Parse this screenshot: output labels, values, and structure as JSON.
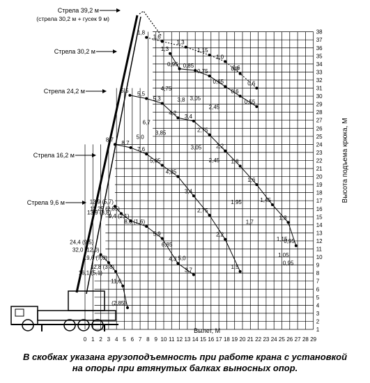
{
  "axes": {
    "x_label": "Вылет, М",
    "y_label": "Высота подъема крюка, М",
    "x_ticks": [
      "0",
      "1",
      "2",
      "3",
      "4",
      "5",
      "6",
      "7",
      "8",
      "9",
      "10",
      "11",
      "12",
      "13",
      "14",
      "15",
      "16",
      "17",
      "18",
      "19",
      "20",
      "21",
      "22",
      "23",
      "24",
      "25",
      "26",
      "27",
      "28",
      "29"
    ],
    "y_ticks": [
      "1",
      "2",
      "3",
      "4",
      "5",
      "6",
      "7",
      "8",
      "9",
      "10",
      "11",
      "12",
      "13",
      "14",
      "15",
      "16",
      "17",
      "18",
      "19",
      "20",
      "21",
      "22",
      "23",
      "24",
      "25",
      "26",
      "27",
      "28",
      "29",
      "30",
      "31",
      "32",
      "33",
      "34",
      "35",
      "36",
      "37",
      "38"
    ]
  },
  "booms": [
    {
      "label": "Стрела 39,2 м",
      "sublabel": "(стрела 30,2 м + гусек 9 м)"
    },
    {
      "label": "Стрела 30,2 м"
    },
    {
      "label": "Стрела 24,2 м"
    },
    {
      "label": "Стрела 16,2 м"
    },
    {
      "label": "Стрела 9,6 м"
    }
  ],
  "caption": {
    "line1": "В скобках указана грузоподъемность при работе крана с установкой",
    "line2": "на опоры при втянутых балках выносных опор."
  },
  "chart_data": {
    "type": "line",
    "x_unit": "М",
    "y_unit": "М",
    "xlim": [
      0,
      29
    ],
    "ylim": [
      1,
      38
    ],
    "series": [
      {
        "name": "Стрела 39,2 м",
        "points": [
          {
            "x": 7.8,
            "y": 37.3,
            "label": "1,8"
          },
          {
            "x": 9.8,
            "y": 36.8,
            "label": "1,6"
          },
          {
            "x": 12.8,
            "y": 36.1,
            "label": "1,3"
          },
          {
            "x": 15.8,
            "y": 35.1,
            "label": "1,15"
          },
          {
            "x": 17.8,
            "y": 34.3,
            "label": "1,0"
          },
          {
            "x": 19.7,
            "y": 32.8,
            "label": "0,9"
          },
          {
            "x": 21.8,
            "y": 31.0,
            "label": "0,6"
          }
        ]
      },
      {
        "name": "Стрела 30,2 м",
        "points": [
          {
            "x": 10.8,
            "y": 35.3,
            "label": "1,3"
          },
          {
            "x": 12.0,
            "y": 33.4,
            "label": "0,95"
          },
          {
            "x": 14.0,
            "y": 33.2,
            "label": "0,85"
          },
          {
            "x": 15.8,
            "y": 32.5,
            "label": "0,75"
          },
          {
            "x": 17.8,
            "y": 31.2,
            "label": "0,65"
          },
          {
            "x": 19.7,
            "y": 30.0,
            "label": "0,6"
          },
          {
            "x": 21.8,
            "y": 28.7,
            "label": "0,55"
          }
        ]
      },
      {
        "name": "Стрела 24,2 м",
        "points": [
          {
            "x": 5.7,
            "y": 30.1,
            "label": "5,5"
          },
          {
            "x": 7.8,
            "y": 29.7,
            "label": "5,5"
          },
          {
            "x": 9.8,
            "y": 29.1,
            "label": "5,3"
          },
          {
            "x": 11.8,
            "y": 27.3,
            "label": "4,2"
          },
          {
            "x": 13.8,
            "y": 26.9,
            "label": "3,4"
          },
          {
            "x": 15.8,
            "y": 25.2,
            "label": "2,75"
          },
          {
            "x": 17.8,
            "y": 23.2,
            "label": "2,2"
          },
          {
            "x": 19.7,
            "y": 21.3,
            "label": "1,8"
          },
          {
            "x": 21.8,
            "y": 19.0,
            "label": "1,6"
          },
          {
            "x": 23.8,
            "y": 16.5,
            "label": "1,45"
          },
          {
            "x": 25.8,
            "y": 14.3,
            "label": "1,3"
          },
          {
            "x": 26.8,
            "y": 11.4,
            "label": "0,95"
          }
        ]
      },
      {
        "name": "Стрела 16,2 м",
        "points": [
          {
            "x": 3.8,
            "y": 24.0,
            "label": "8,7"
          },
          {
            "x": 5.8,
            "y": 23.6,
            "label": "8,7"
          },
          {
            "x": 7.8,
            "y": 22.8,
            "label": "7,6"
          },
          {
            "x": 9.8,
            "y": 21.4,
            "label": "5,85"
          },
          {
            "x": 11.8,
            "y": 20.0,
            "label": "4,35"
          },
          {
            "x": 13.8,
            "y": 17.6,
            "label": "3,4"
          },
          {
            "x": 15.8,
            "y": 15.2,
            "label": "2,75"
          },
          {
            "x": 17.8,
            "y": 12.2,
            "label": "2,2"
          },
          {
            "x": 19.7,
            "y": 8.2,
            "label": "1,5"
          }
        ]
      },
      {
        "name": "Стрела 9,6 м",
        "points": [
          {
            "x": 3.8,
            "y": 16.3,
            "label": "13,9 (5,7)"
          },
          {
            "x": 4.6,
            "y": 15.4,
            "label": "11,25 (2,85)"
          },
          {
            "x": 5.8,
            "y": 14.5,
            "label": "9,4 (2,1)"
          },
          {
            "x": 7.8,
            "y": 13.8,
            "label": "8,0 (1,6)"
          },
          {
            "x": 9.8,
            "y": 12.3,
            "label": "5,9"
          },
          {
            "x": 11.8,
            "y": 9.2,
            "label": "4,3"
          },
          {
            "x": 13.8,
            "y": 7.8,
            "label": "3,7"
          }
        ]
      },
      {
        "name": "Короткий вылет",
        "points": [
          {
            "x": 2.0,
            "y": 10.3,
            "label": "32,0 (12,0)"
          },
          {
            "x": 3.0,
            "y": 9.3,
            "label": "19,6 (7,0)"
          },
          {
            "x": 3.9,
            "y": 8.2,
            "label": "12,8 (3,8)"
          },
          {
            "x": 4.8,
            "y": 6.4,
            "label": "11,6"
          },
          {
            "x": 5.4,
            "y": 3.7,
            "label": "(2,85)"
          }
        ]
      }
    ],
    "extra_labels": [
      "13,9 (3,8)",
      "4,75",
      "3,8",
      "3,05",
      "2,45",
      "6,7",
      "5,0",
      "3,85",
      "3,05",
      "2,45",
      "1,95",
      "1,7",
      "1,15",
      "1,05",
      "6,85",
      "5,0",
      "24,4 (9,5)",
      "16,1 (5,1)",
      "0,95",
      "0,6"
    ]
  }
}
